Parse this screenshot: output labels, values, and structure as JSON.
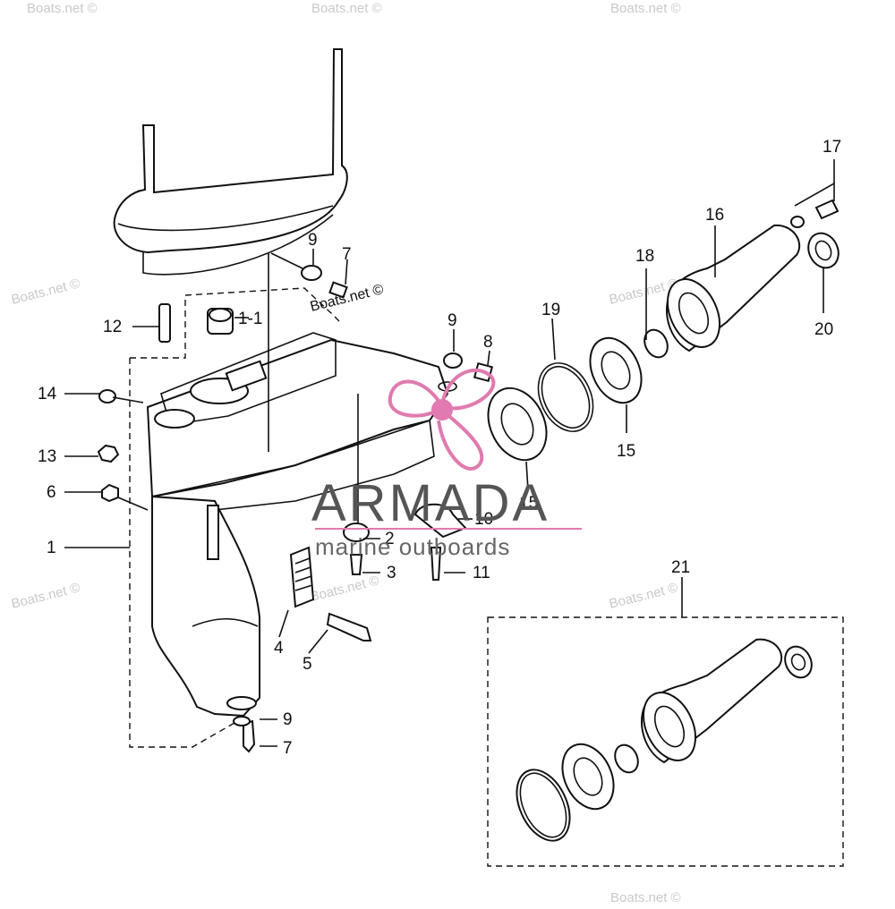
{
  "callouts": {
    "c1": "1",
    "c1_1": "1-1",
    "c2": "2",
    "c3": "3",
    "c4": "4",
    "c5": "5",
    "c6": "6",
    "c7a": "7",
    "c7b": "7",
    "c8": "8",
    "c9a": "9",
    "c9b": "9",
    "c9c": "9",
    "c10": "10",
    "c11": "11",
    "c12": "12",
    "c13": "13",
    "c14": "14",
    "c15a": "15",
    "c15b": "15",
    "c16": "16",
    "c17": "17",
    "c18": "18",
    "c19": "19",
    "c20": "20",
    "c21": "21"
  },
  "watermarks": {
    "w1": "Boats.net ©",
    "w2": "Boats.net ©",
    "w3": "Boats.net ©",
    "w4": "Boats.net ©",
    "w5": "Boats.net ©",
    "w6": "Boats.net ©",
    "w7": "Boats.net ©",
    "w8": "Boats.net ©",
    "w9": "Boats.net ©",
    "w10": "Boats.net ©"
  },
  "logo": {
    "title": "ARMADA",
    "subtitle": "marine outboards",
    "colors": {
      "title": "#555555",
      "accent": "#e07ab0",
      "line": "#e07ab0"
    }
  }
}
